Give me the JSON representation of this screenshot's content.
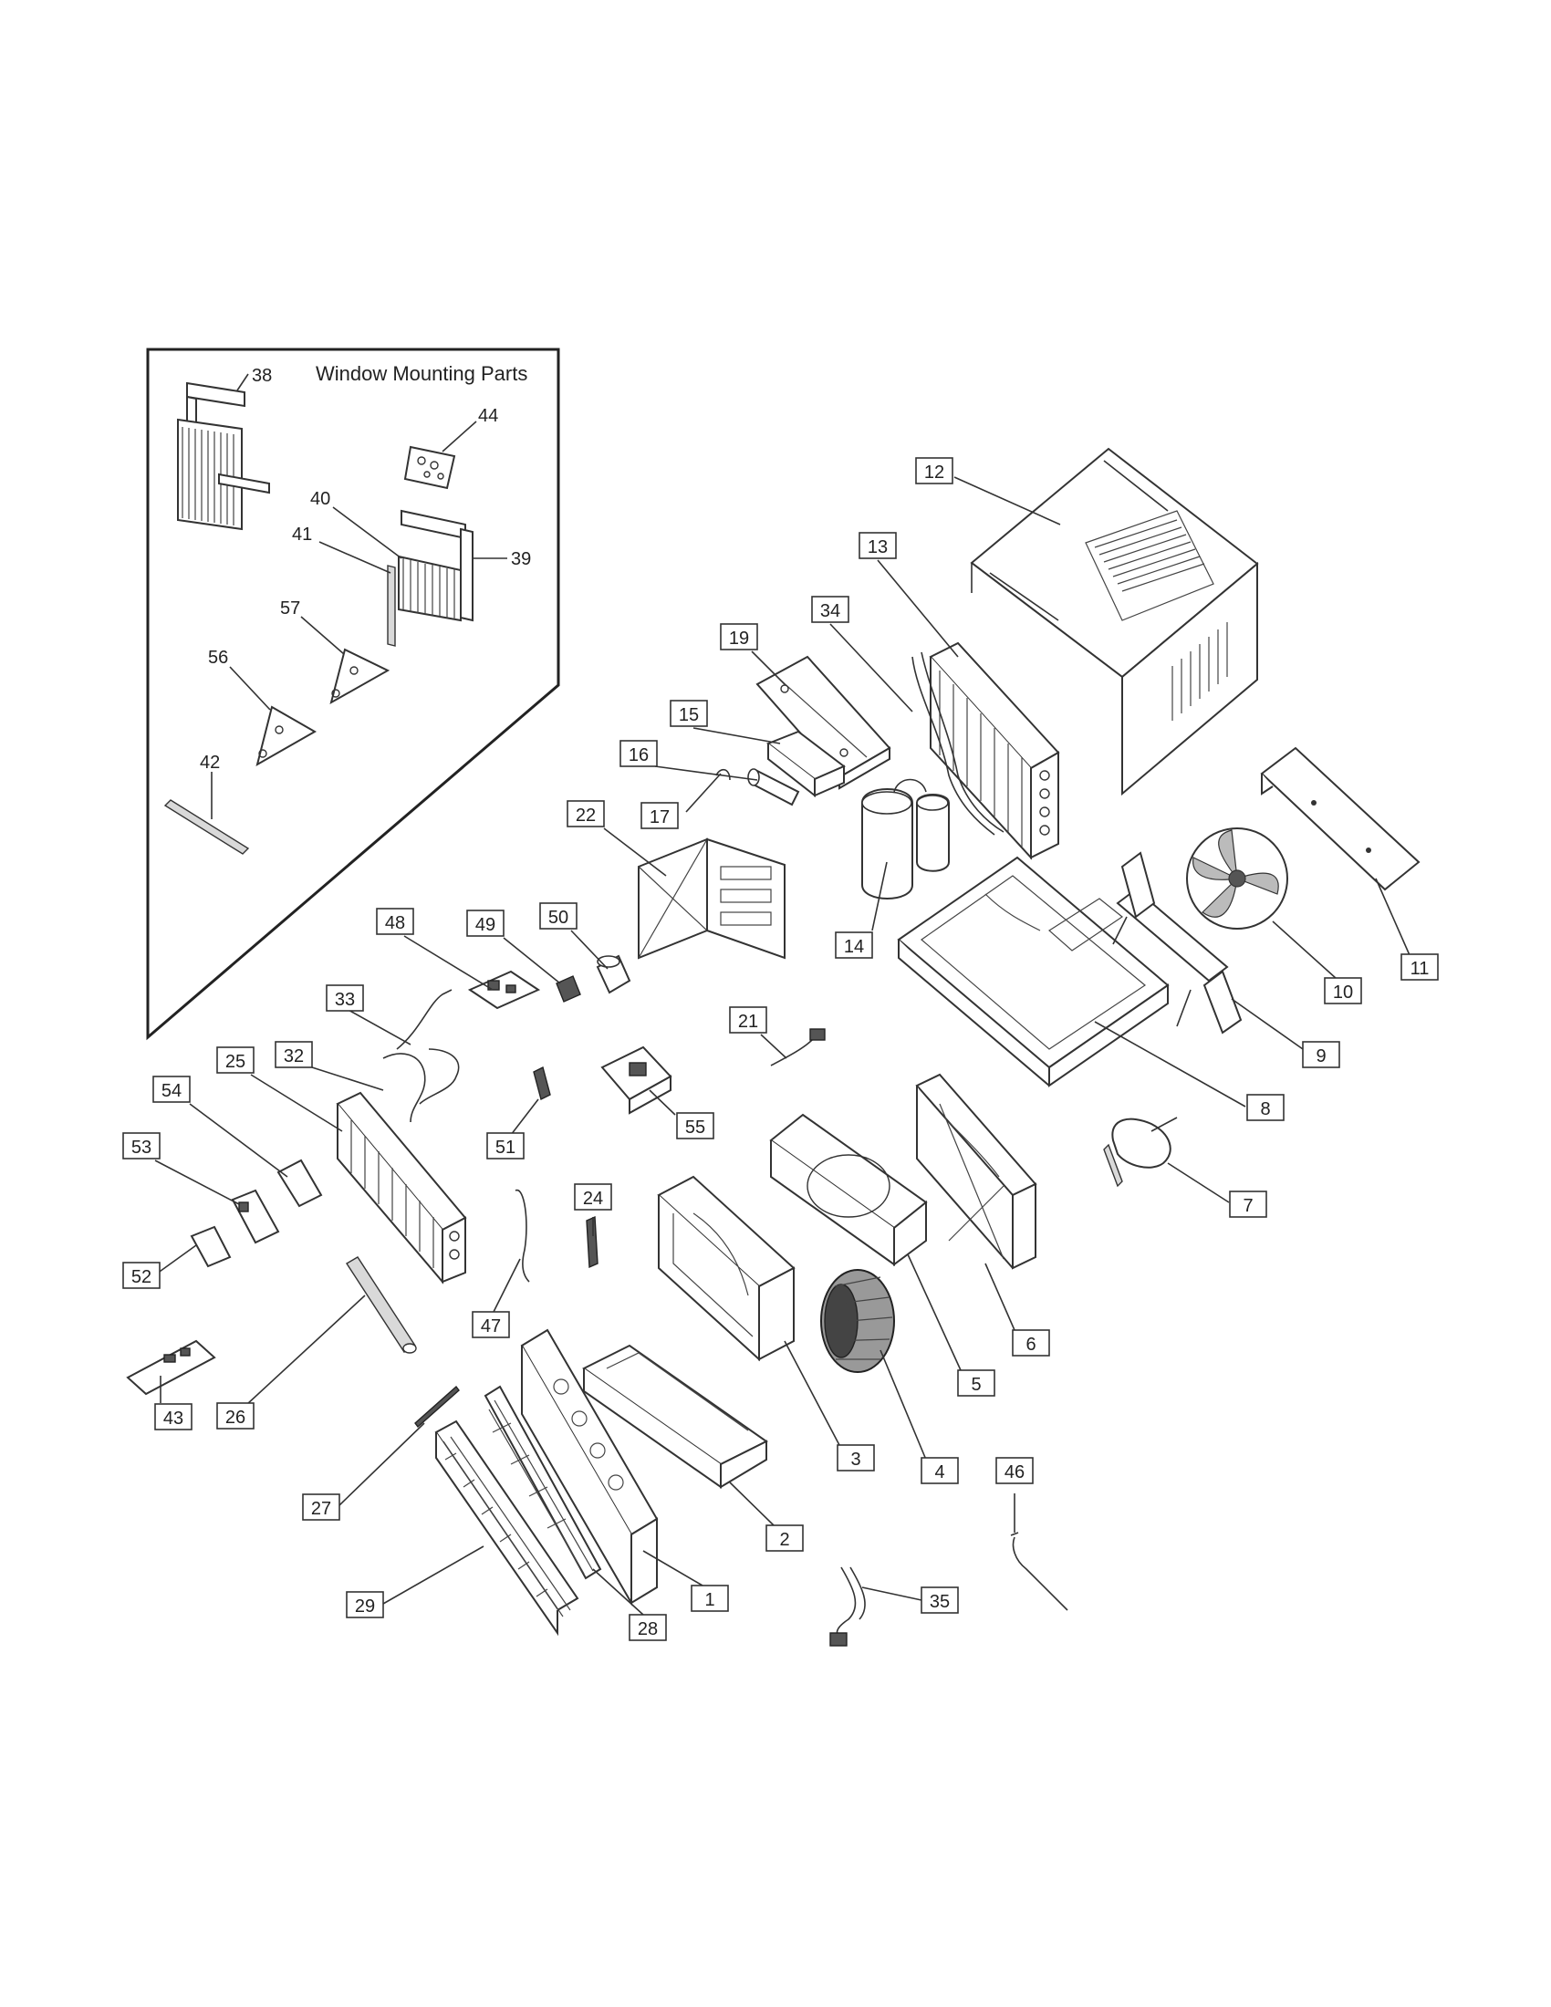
{
  "inset": {
    "title": "Window Mounting Parts"
  },
  "callouts": {
    "c1": "1",
    "c2": "2",
    "c3": "3",
    "c4": "4",
    "c5": "5",
    "c6": "6",
    "c7": "7",
    "c8": "8",
    "c9": "9",
    "c10": "10",
    "c11": "11",
    "c12": "12",
    "c13": "13",
    "c14": "14",
    "c15": "15",
    "c16": "16",
    "c17": "17",
    "c19": "19",
    "c21": "21",
    "c22": "22",
    "c24": "24",
    "c25": "25",
    "c26": "26",
    "c27": "27",
    "c28": "28",
    "c29": "29",
    "c32": "32",
    "c33": "33",
    "c34": "34",
    "c35": "35",
    "c38": "38",
    "c39": "39",
    "c40": "40",
    "c41": "41",
    "c42": "42",
    "c43": "43",
    "c44": "44",
    "c46": "46",
    "c47": "47",
    "c48": "48",
    "c49": "49",
    "c50": "50",
    "c51": "51",
    "c52": "52",
    "c53": "53",
    "c54": "54",
    "c55": "55",
    "c56": "56",
    "c57": "57"
  }
}
